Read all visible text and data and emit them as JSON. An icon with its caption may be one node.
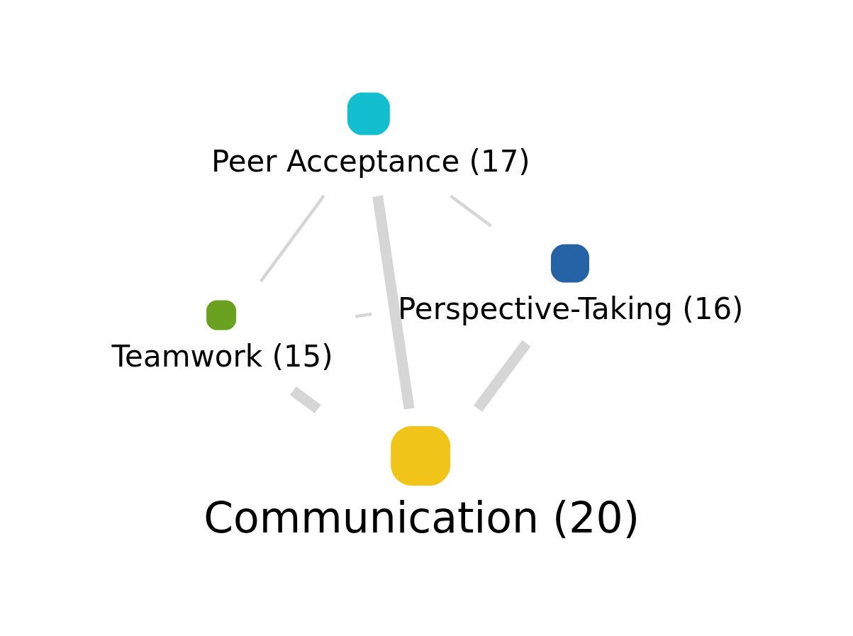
{
  "diagram": {
    "nodes": [
      {
        "text": [
          "Teamwork (15)"
        ]
      },
      {
        "text": [
          "Perspective-Taking (16)"
        ]
      },
      {
        "text": [
          "Communication (20)"
        ]
      },
      {
        "text": [
          "Peer Acceptance (17)"
        ]
      }
    ],
    "edges": [
      {
        "from": 0,
        "to": 1,
        "arrow": "none"
      },
      {
        "from": 0,
        "to": 2,
        "arrow": "none",
        "style": "thick"
      },
      {
        "from": 0,
        "to": 3,
        "arrow": "none"
      },
      {
        "from": 1,
        "to": 2,
        "arrow": "none",
        "style": "thick"
      },
      {
        "from": 1,
        "to": 3,
        "arrow": "none"
      },
      {
        "from": 2,
        "to": 3,
        "arrow": "none",
        "style": "thick"
      }
    ]
  }
}
